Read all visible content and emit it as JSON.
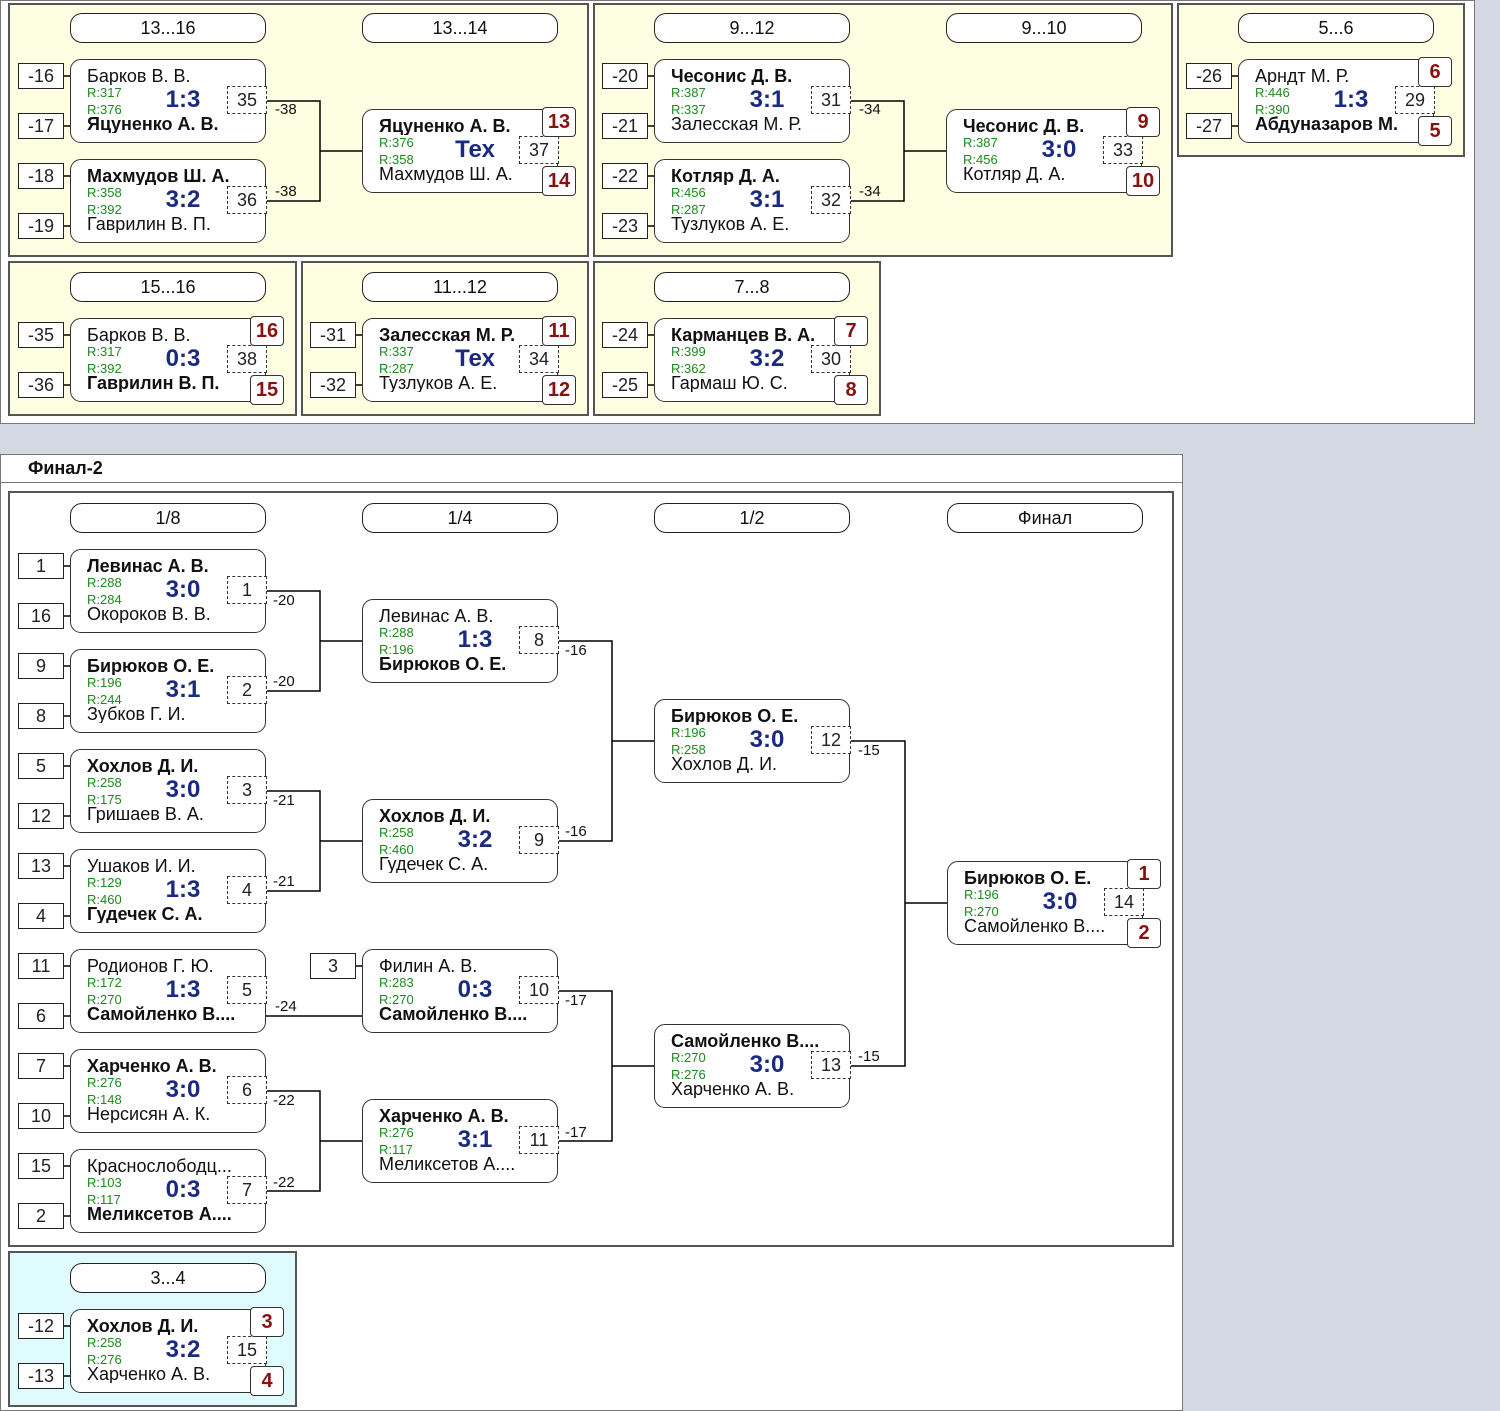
{
  "sections": {
    "final2_title": "Финал-2"
  },
  "round_labels": {
    "r13_16": "13...16",
    "r13_14": "13...14",
    "r9_12": "9...12",
    "r9_10": "9...10",
    "r5_6": "5...6",
    "r15_16": "15...16",
    "r11_12": "11...12",
    "r7_8": "7...8",
    "r1_8": "1/8",
    "r1_4": "1/4",
    "r1_2": "1/2",
    "final": "Финал",
    "r3_4": "3...4"
  },
  "seeds": {
    "s16a": "-16",
    "s17": "-17",
    "s18": "-18",
    "s19": "-19",
    "s20": "-20",
    "s21": "-21",
    "s22": "-22",
    "s23": "-23",
    "s26": "-26",
    "s27": "-27",
    "s35": "-35",
    "s36": "-36",
    "s31": "-31",
    "s32": "-32",
    "s24": "-24",
    "s25": "-25",
    "f1": "1",
    "f16": "16",
    "f9": "9",
    "f8": "8",
    "f5": "5",
    "f12": "12",
    "f13": "13",
    "f4": "4",
    "f11": "11",
    "f6": "6",
    "f7": "7",
    "f10": "10",
    "f15": "15",
    "f2": "2",
    "f3": "3",
    "t12": "-12",
    "t13": "-13"
  },
  "matches": {
    "m35": {
      "p1": "Барков В. В.",
      "r1": "R:317",
      "r2": "R:376",
      "score": "1:3",
      "num": "35",
      "p2": "Яцуненко А. В."
    },
    "m36": {
      "p1": "Махмудов Ш. А.",
      "r1": "R:358",
      "r2": "R:392",
      "score": "3:2",
      "num": "36",
      "p2": "Гаврилин В. П."
    },
    "m37": {
      "p1": "Яцуненко А. В.",
      "r1": "R:376",
      "r2": "R:358",
      "score": "Тех",
      "num": "37",
      "p2": "Махмудов Ш. А.",
      "place1": "13",
      "place2": "14"
    },
    "m31": {
      "p1": "Чесонис Д. В.",
      "r1": "R:387",
      "r2": "R:337",
      "score": "3:1",
      "num": "31",
      "p2": "Залесская М. Р."
    },
    "m32": {
      "p1": "Котляр Д. А.",
      "r1": "R:456",
      "r2": "R:287",
      "score": "3:1",
      "num": "32",
      "p2": "Тузлуков А. Е."
    },
    "m33": {
      "p1": "Чесонис Д. В.",
      "r1": "R:387",
      "r2": "R:456",
      "score": "3:0",
      "num": "33",
      "p2": "Котляр Д. А.",
      "place1": "9",
      "place2": "10"
    },
    "m29": {
      "p1": "Арндт М. Р.",
      "r1": "R:446",
      "r2": "R:390",
      "score": "1:3",
      "num": "29",
      "p2": "Абдуназаров М.",
      "place1": "6",
      "place2": "5"
    },
    "m38": {
      "p1": "Барков В. В.",
      "r1": "R:317",
      "r2": "R:392",
      "score": "0:3",
      "num": "38",
      "p2": "Гаврилин В. П.",
      "place1": "16",
      "place2": "15"
    },
    "m34": {
      "p1": "Залесская М. Р.",
      "r1": "R:337",
      "r2": "R:287",
      "score": "Тех",
      "num": "34",
      "p2": "Тузлуков А. Е.",
      "place1": "11",
      "place2": "12"
    },
    "m30": {
      "p1": "Карманцев В. А.",
      "r1": "R:399",
      "r2": "R:362",
      "score": "3:2",
      "num": "30",
      "p2": "Гармаш Ю. С.",
      "place1": "7",
      "place2": "8"
    },
    "f1": {
      "p1": "Левинас А. В.",
      "r1": "R:288",
      "r2": "R:284",
      "score": "3:0",
      "num": "1",
      "p2": "Окороков В. В."
    },
    "f2": {
      "p1": "Бирюков О. Е.",
      "r1": "R:196",
      "r2": "R:244",
      "score": "3:1",
      "num": "2",
      "p2": "Зубков Г. И."
    },
    "f3": {
      "p1": "Хохлов Д. И.",
      "r1": "R:258",
      "r2": "R:175",
      "score": "3:0",
      "num": "3",
      "p2": "Гришаев В. А."
    },
    "f4": {
      "p1": "Ушаков И. И.",
      "r1": "R:129",
      "r2": "R:460",
      "score": "1:3",
      "num": "4",
      "p2": "Гудечек С. А."
    },
    "f5": {
      "p1": "Родионов Г. Ю.",
      "r1": "R:172",
      "r2": "R:270",
      "score": "1:3",
      "num": "5",
      "p2": "Самойленко В...."
    },
    "f6": {
      "p1": "Харченко А. В.",
      "r1": "R:276",
      "r2": "R:148",
      "score": "3:0",
      "num": "6",
      "p2": "Нерсисян А. К."
    },
    "f7": {
      "p1": "Краснослободц...",
      "r1": "R:103",
      "r2": "R:117",
      "score": "0:3",
      "num": "7",
      "p2": "Меликсетов А...."
    },
    "f8": {
      "p1": "Левинас А. В.",
      "r1": "R:288",
      "r2": "R:196",
      "score": "1:3",
      "num": "8",
      "p2": "Бирюков О. Е."
    },
    "f9": {
      "p1": "Хохлов Д. И.",
      "r1": "R:258",
      "r2": "R:460",
      "score": "3:2",
      "num": "9",
      "p2": "Гудечек С. А."
    },
    "f10": {
      "p1": "Филин А. В.",
      "r1": "R:283",
      "r2": "R:270",
      "score": "0:3",
      "num": "10",
      "p2": "Самойленко В...."
    },
    "f11": {
      "p1": "Харченко А. В.",
      "r1": "R:276",
      "r2": "R:117",
      "score": "3:1",
      "num": "11",
      "p2": "Меликсетов А...."
    },
    "f12": {
      "p1": "Бирюков О. Е.",
      "r1": "R:196",
      "r2": "R:258",
      "score": "3:0",
      "num": "12",
      "p2": "Хохлов Д. И."
    },
    "f13": {
      "p1": "Самойленко В....",
      "r1": "R:270",
      "r2": "R:276",
      "score": "3:0",
      "num": "13",
      "p2": "Харченко А. В."
    },
    "f14": {
      "p1": "Бирюков О. Е.",
      "r1": "R:196",
      "r2": "R:270",
      "score": "3:0",
      "num": "14",
      "p2": "Самойленко В....",
      "place1": "1",
      "place2": "2"
    },
    "f15": {
      "p1": "Хохлов Д. И.",
      "r1": "R:258",
      "r2": "R:276",
      "score": "3:2",
      "num": "15",
      "p2": "Харченко А. В.",
      "place1": "3",
      "place2": "4"
    }
  },
  "loser_labels": {
    "a38a": "-38",
    "a38b": "-38",
    "a34a": "-34",
    "a34b": "-34",
    "b20a": "-20",
    "b20b": "-20",
    "b21a": "-21",
    "b21b": "-21",
    "b24": "-24",
    "b22a": "-22",
    "b22b": "-22",
    "b16a": "-16",
    "b16b": "-16",
    "b17a": "-17",
    "b17b": "-17",
    "b15a": "-15",
    "b15b": "-15"
  }
}
